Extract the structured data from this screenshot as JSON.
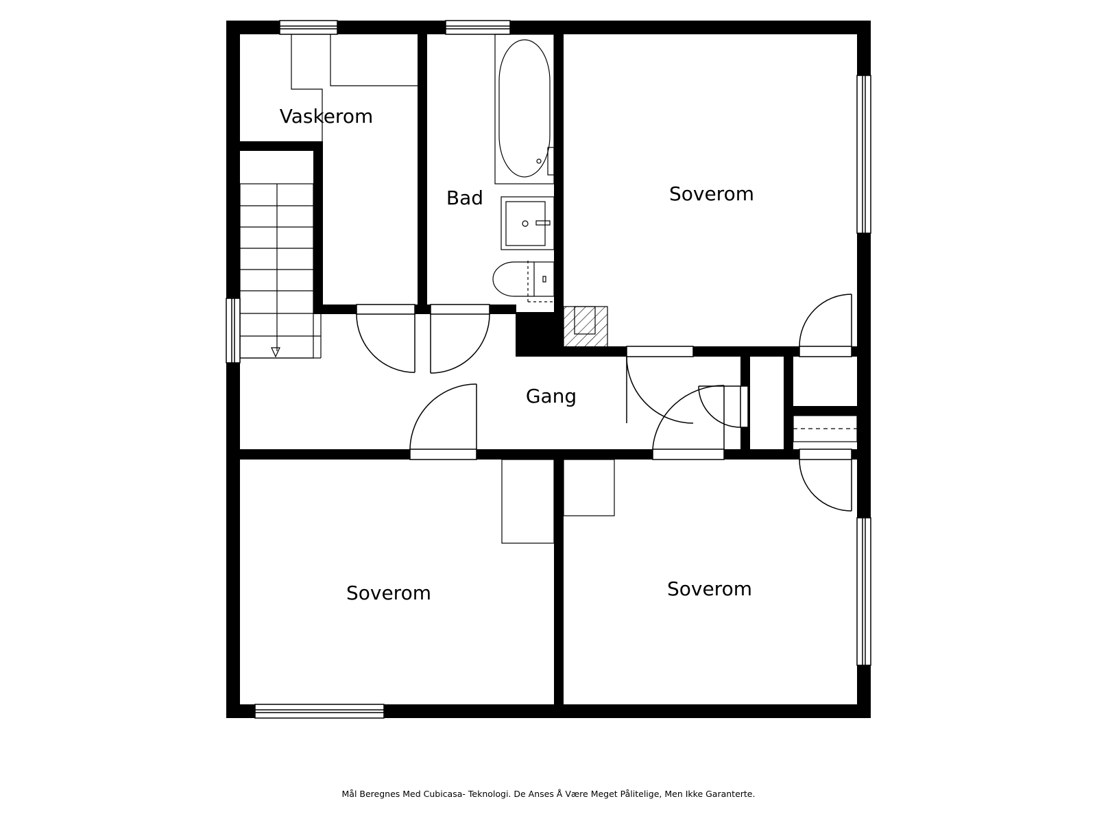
{
  "rooms": {
    "vaskerom": "Vaskerom",
    "bad": "Bad",
    "soverom_ne": "Soverom",
    "gang": "Gang",
    "soverom_sw": "Soverom",
    "soverom_se": "Soverom"
  },
  "footer": {
    "disclaimer": "Mål Beregnes Med Cubicasa- Teknologi. De Anses Å Være Meget Pålitelige, Men Ikke Garanterte."
  },
  "colors": {
    "wall": "#000000",
    "background": "#ffffff"
  }
}
